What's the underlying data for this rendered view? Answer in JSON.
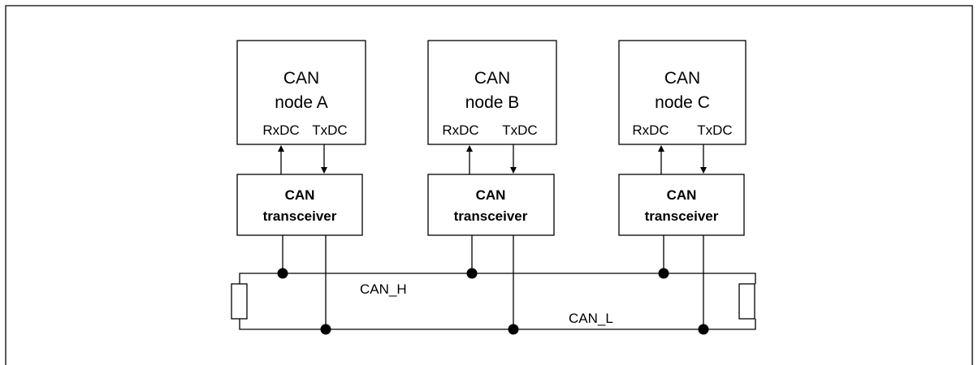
{
  "nodes": [
    {
      "id": "a",
      "line1": "CAN",
      "line2": "node A",
      "rx": "RxDC",
      "tx": "TxDC"
    },
    {
      "id": "b",
      "line1": "CAN",
      "line2": "node B",
      "rx": "RxDC",
      "tx": "TxDC"
    },
    {
      "id": "c",
      "line1": "CAN",
      "line2": "node C",
      "rx": "RxDC",
      "tx": "TxDC"
    }
  ],
  "transceivers": [
    {
      "line1": "CAN",
      "line2": "transceiver"
    },
    {
      "line1": "CAN",
      "line2": "transceiver"
    },
    {
      "line1": "CAN",
      "line2": "transceiver"
    }
  ],
  "bus": {
    "high_label": "CAN_H",
    "low_label": "CAN_L"
  }
}
